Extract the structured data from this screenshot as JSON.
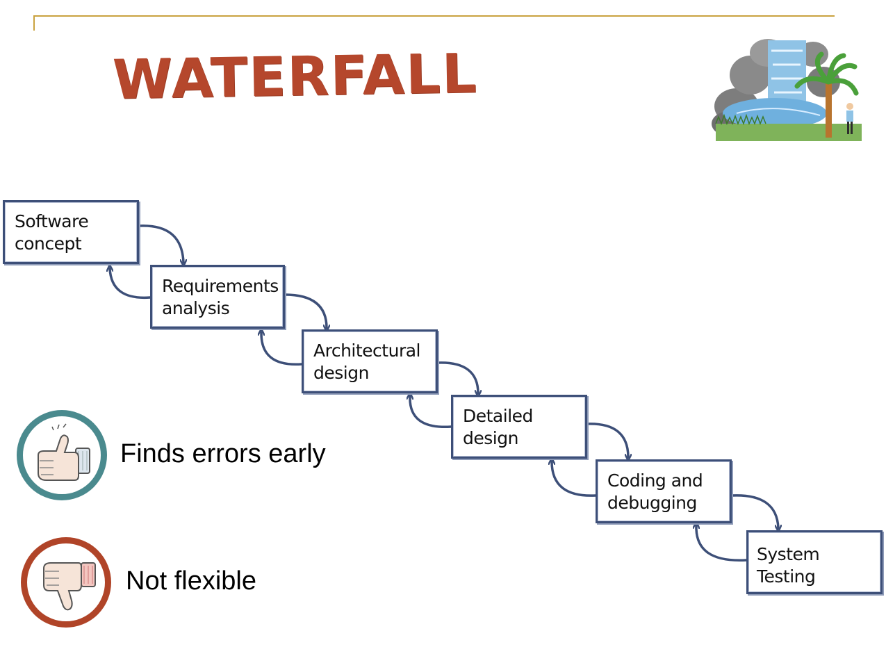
{
  "title": "WATERFALL",
  "colors": {
    "rule": "#c9a23f",
    "title": "#b5472c",
    "box_border": "#3d4f78",
    "arrow": "#3d4f78",
    "pro_ring": "#4a8a8e",
    "con_ring": "#b04428"
  },
  "steps": [
    {
      "label": "Software\nconcept"
    },
    {
      "label": "Requirements\nanalysis"
    },
    {
      "label": "Architectural\ndesign"
    },
    {
      "label": "Detailed\ndesign"
    },
    {
      "label": "Coding and\ndebugging"
    },
    {
      "label": "System\nTesting"
    }
  ],
  "pros": {
    "icon": "thumbs-up-icon",
    "text": "Finds errors early"
  },
  "cons": {
    "icon": "thumbs-down-icon",
    "text": "Not flexible"
  },
  "illustration": {
    "icon": "waterfall-illustration-icon"
  }
}
